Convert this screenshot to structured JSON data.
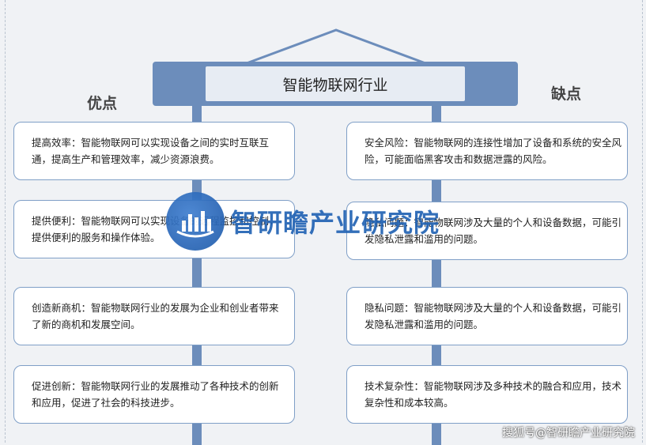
{
  "title": "智能物联网行业",
  "left_heading": "优点",
  "right_heading": "缺点",
  "pros": [
    "提高效率：智能物联网可以实现设备之间的实时互联互通，提高生产和管理效率，减少资源浪费。",
    "提供便利：智能物联网可以实现设备的远程监控和控制，提供便利的服务和操作体验。",
    "创造新商机：智能物联网行业的发展为企业和创业者带来了新的商机和发展空间。",
    "促进创新：智能物联网行业的发展推动了各种技术的创新和应用，促进了社会的科技进步。"
  ],
  "cons": [
    "安全风险：智能物联网的连接性增加了设备和系统的安全风险，可能面临黑客攻击和数据泄露的风险。",
    "隐私问题：智能物联网涉及大量的个人和设备数据，可能引发隐私泄露和滥用的问题。",
    "隐私问题：智能物联网涉及大量的个人和设备数据，可能引发隐私泄露和滥用的问题。",
    "技术复杂性：智能物联网涉及多种技术的融合和应用，技术复杂性和成本较高。"
  ],
  "watermark": "智研瞻产业研究院",
  "credit": "搜狐号@智研瞻产业研究院",
  "colors": {
    "accent": "#6c8dbb",
    "box_border": "#7f9fc7",
    "background": "#f0f2f5"
  }
}
